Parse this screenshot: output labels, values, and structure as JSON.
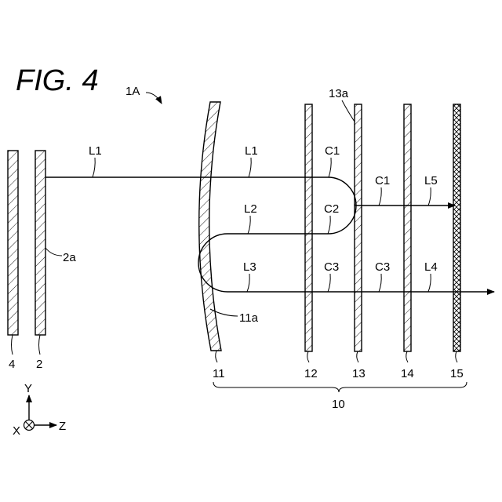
{
  "figure": {
    "title": "FIG. 4",
    "assembly_ref": "1A",
    "group_ref": "10"
  },
  "ray_labels": {
    "l1_left": "L1",
    "l1_right": "L1",
    "l2": "L2",
    "l3": "L3",
    "c1_a": "C1",
    "c2": "C2",
    "c3_a": "C3",
    "c1_b": "C1",
    "c3_b": "C3",
    "l5": "L5",
    "l4": "L4"
  },
  "part_labels": {
    "p4": "4",
    "p2": "2",
    "p2a": "2a",
    "p11": "11",
    "p11a": "11a",
    "p12": "12",
    "p13": "13",
    "p13a": "13a",
    "p14": "14",
    "p15": "15"
  },
  "axes": {
    "y": "Y",
    "x": "X",
    "z": "Z"
  }
}
